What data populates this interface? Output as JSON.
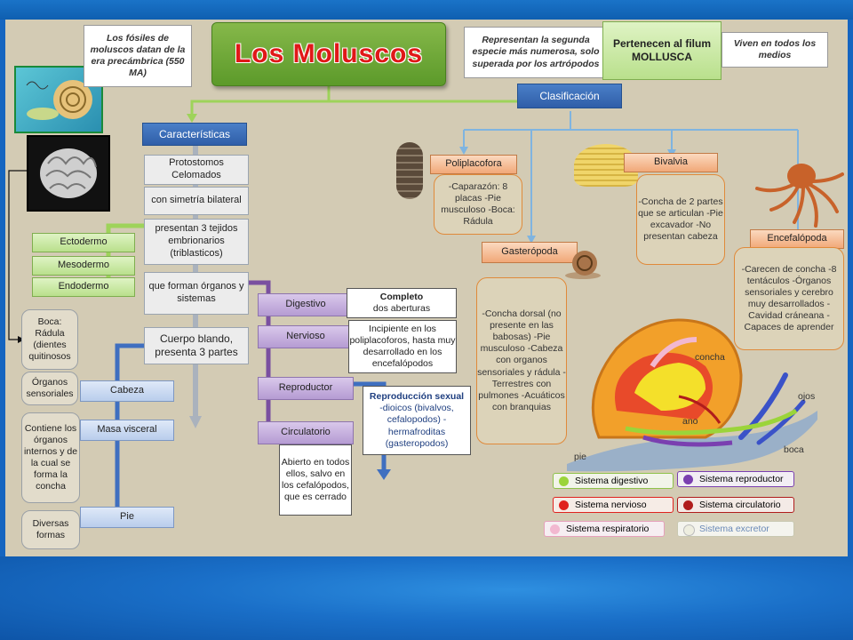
{
  "title": "Los  Moluscos",
  "notes": {
    "fossils": "Los fósiles de moluscos datan de la era precámbrica (550 MA)",
    "second_species": "Representan la segunda especie más numerosa, solo superada por los artrópodos",
    "phylum": "Pertenecen al filum MOLLUSCA",
    "habitat": "Viven en todos los medios"
  },
  "headers": {
    "clasificacion": "Clasificación",
    "caracteristicas": "Características"
  },
  "caracteristicas": [
    "Protostomos Celomados",
    "con simetría bilateral",
    "presentan 3 tejidos embrionarios (triblasticos)",
    "que forman órganos y  sistemas",
    "Cuerpo blando, presenta 3 partes"
  ],
  "tejidos": [
    "Ectodermo",
    "Mesodermo",
    "Endodermo"
  ],
  "partes": [
    "Cabeza",
    "Masa visceral",
    "Pie"
  ],
  "partes_desc": [
    "Boca: Rádula (dientes quitinosos",
    "Órganos sensoriales",
    "Contiene los órganos internos y de la cual se forma la concha",
    "Diversas formas"
  ],
  "sistemas": [
    "Digestivo",
    "Nervioso",
    "Reproductor",
    "Circulatorio"
  ],
  "sistemas_desc": {
    "digestivo_title": "Completo",
    "digestivo_text": "dos aberturas",
    "nervioso": "Incipiente en los poliplacoforos, hasta muy desarrollado en los encefalópodos",
    "reproductor_title": "Reproducción sexual",
    "reproductor_text": "-dioicos (bivalvos, cefalopodos) -hermafroditas (gasteropodos)",
    "circulatorio": "Abierto en todos ellos, salvo en los cefalópodos, que es  cerrado"
  },
  "clases": [
    {
      "name": "Poliplacofora",
      "desc": "-Caparazón: 8 placas -Pie musculoso -Boca: Rádula"
    },
    {
      "name": "Bivalvia",
      "desc": "-Concha de 2 partes que se articulan -Pie excavador -No presentan cabeza"
    },
    {
      "name": "Gasterópoda",
      "desc": "-Concha dorsal (no presente en las babosas) -Pie musculoso -Cabeza con organos sensoriales y rádula -Terrestres con pulmones -Acuáticos con branquias"
    },
    {
      "name": "Encefalópoda",
      "desc": "-Carecen de concha -8 tentáculos -Órganos sensoriales y cerebro muy desarrollados -Cavidad cráneana -Capaces de aprender"
    }
  ],
  "snail_labels": {
    "concha": "concha",
    "ojos": "ojos",
    "boca": "boca",
    "pie": "pie",
    "ano": "ano"
  },
  "legend": [
    {
      "label": "Sistema digestivo",
      "color": "#9bd43a"
    },
    {
      "label": "Sistema  reproductor",
      "color": "#7a3fb0"
    },
    {
      "label": "Sistema nervioso",
      "color": "#e0221e"
    },
    {
      "label": "Sistema  circulatorio",
      "color": "#b01c1c"
    },
    {
      "label": "Sistema  respiratorio",
      "color": "#f2b8d0"
    },
    {
      "label": "Sistema  excretor",
      "color": "#eeeee0"
    }
  ]
}
